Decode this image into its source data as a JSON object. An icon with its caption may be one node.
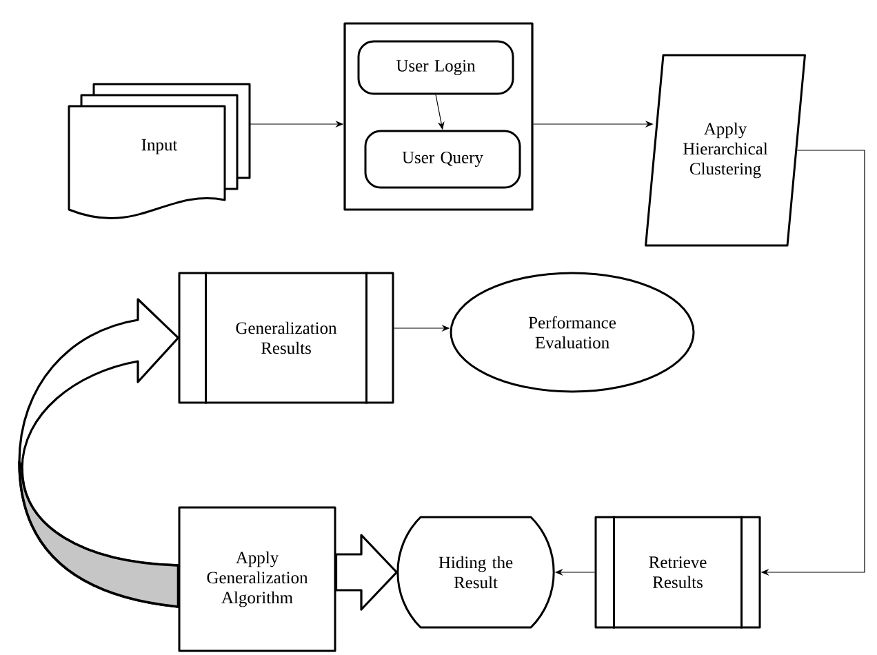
{
  "diagram": {
    "nodes": [
      {
        "text": [
          "Input"
        ]
      },
      {
        "text": [],
        "shape": "box"
      },
      {
        "text": [
          "User Login"
        ],
        "in": 1
      },
      {
        "text": [
          "User Query"
        ],
        "in": 1
      },
      {
        "text": [
          "Apply Hierarchical Clustering"
        ]
      },
      {
        "text": [
          "Generalization Results"
        ]
      },
      {
        "text": [
          "Performance Evaluation"
        ]
      },
      {
        "text": [
          "Apply Generalization Algorithm"
        ]
      },
      {
        "text": [
          "Hiding the Result"
        ]
      },
      {
        "text": [
          "Retrieve Results"
        ]
      }
    ],
    "edges": [
      {
        "from": 0,
        "to": 1,
        "arrow": "to"
      },
      {
        "from": 2,
        "to": 3,
        "arrow": "to"
      },
      {
        "from": 1,
        "to": 4,
        "arrow": "to"
      },
      {
        "from": 4,
        "to": 9,
        "arrow": "to"
      },
      {
        "from": 9,
        "to": 8,
        "arrow": "to"
      },
      {
        "from": 7,
        "to": 8,
        "arrow": "to",
        "style": "thick"
      },
      {
        "from": 7,
        "to": 5,
        "arrow": "to",
        "style": "thick"
      },
      {
        "from": 5,
        "to": 6,
        "arrow": "to"
      }
    ]
  }
}
